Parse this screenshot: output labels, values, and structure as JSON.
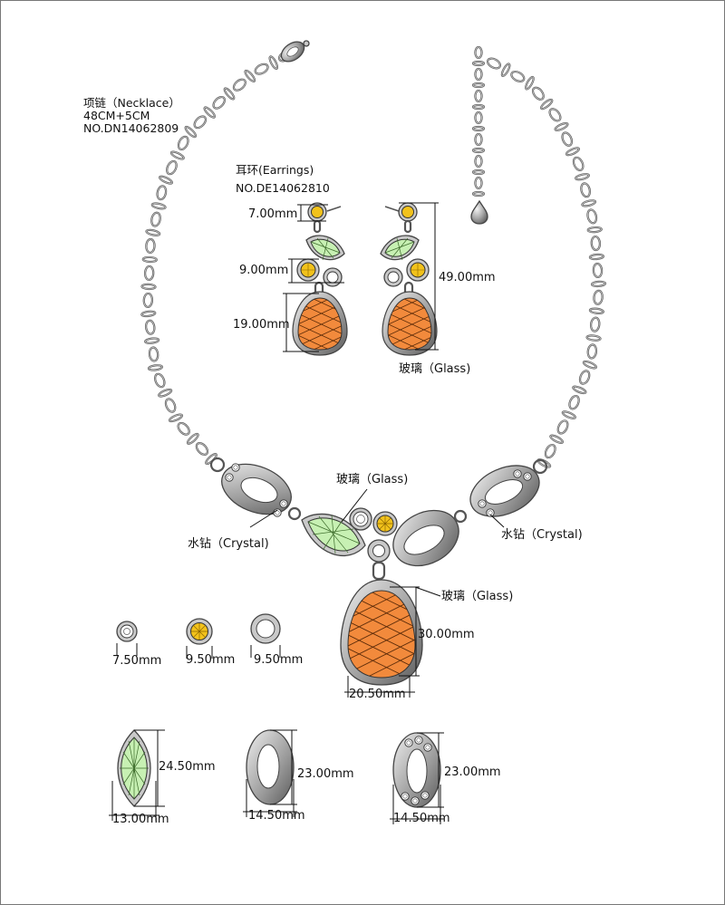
{
  "necklace": {
    "title": "项链（Necklace）",
    "length": "48CM+5CM",
    "number": "NO.DN14062809"
  },
  "earrings": {
    "title": "耳环(Earrings)",
    "number": "NO.DE14062810",
    "dims": {
      "top_stone": "7.00mm",
      "middle_stone": "9.00mm",
      "drop": "19.00mm",
      "total": "49.00mm"
    },
    "material": "玻璃（Glass)"
  },
  "pendant": {
    "material_centre": "玻璃（Glass)",
    "material_drop": "玻璃（Glass)",
    "crystal_left": "水钻（Crystal)",
    "crystal_right": "水钻（Crystal)",
    "drop_height": "30.00mm",
    "drop_width": "20.50mm"
  },
  "components": {
    "round_crystal": "7.50mm",
    "round_yellow": "9.50mm",
    "ring": "9.50mm",
    "marquise_height": "24.50mm",
    "marquise_width": "13.00mm",
    "oval_height": "23.00mm",
    "oval_width": "14.50mm",
    "oval_crystal_height": "23.00mm",
    "oval_crystal_width": "14.50mm"
  },
  "colors": {
    "glass_orange": "#f28a3c",
    "glass_green": "#c7f0b3",
    "stone_yellow": "#f2c21b",
    "metal_grey": "#a9a9a9"
  }
}
